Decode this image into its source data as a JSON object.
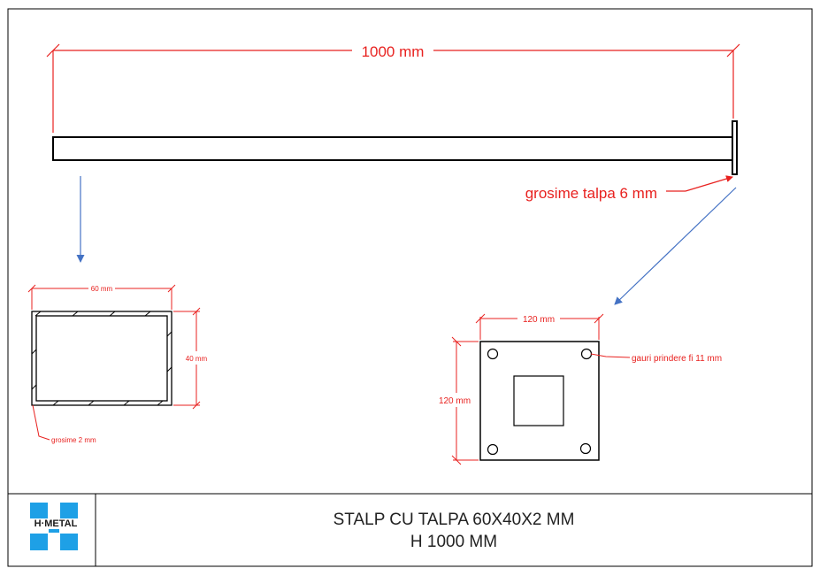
{
  "drawing": {
    "overall_length": "1000 mm",
    "plate_thickness": "grosime talpa 6 mm",
    "tube_width": "60 mm",
    "tube_height": "40 mm",
    "tube_wall": "grosime 2 mm",
    "plate_width": "120 mm",
    "plate_height": "120 mm",
    "holes": "gauri prindere fi 11 mm"
  },
  "title_block": {
    "line1": "STALP CU TALPA 60X40X2 MM",
    "line2": "H 1000 MM",
    "logo_text": "H·METAL"
  },
  "colors": {
    "dimension": "#e8211f",
    "arrow": "#4472c4",
    "line": "#000000",
    "logo": "#1ea0e6"
  }
}
